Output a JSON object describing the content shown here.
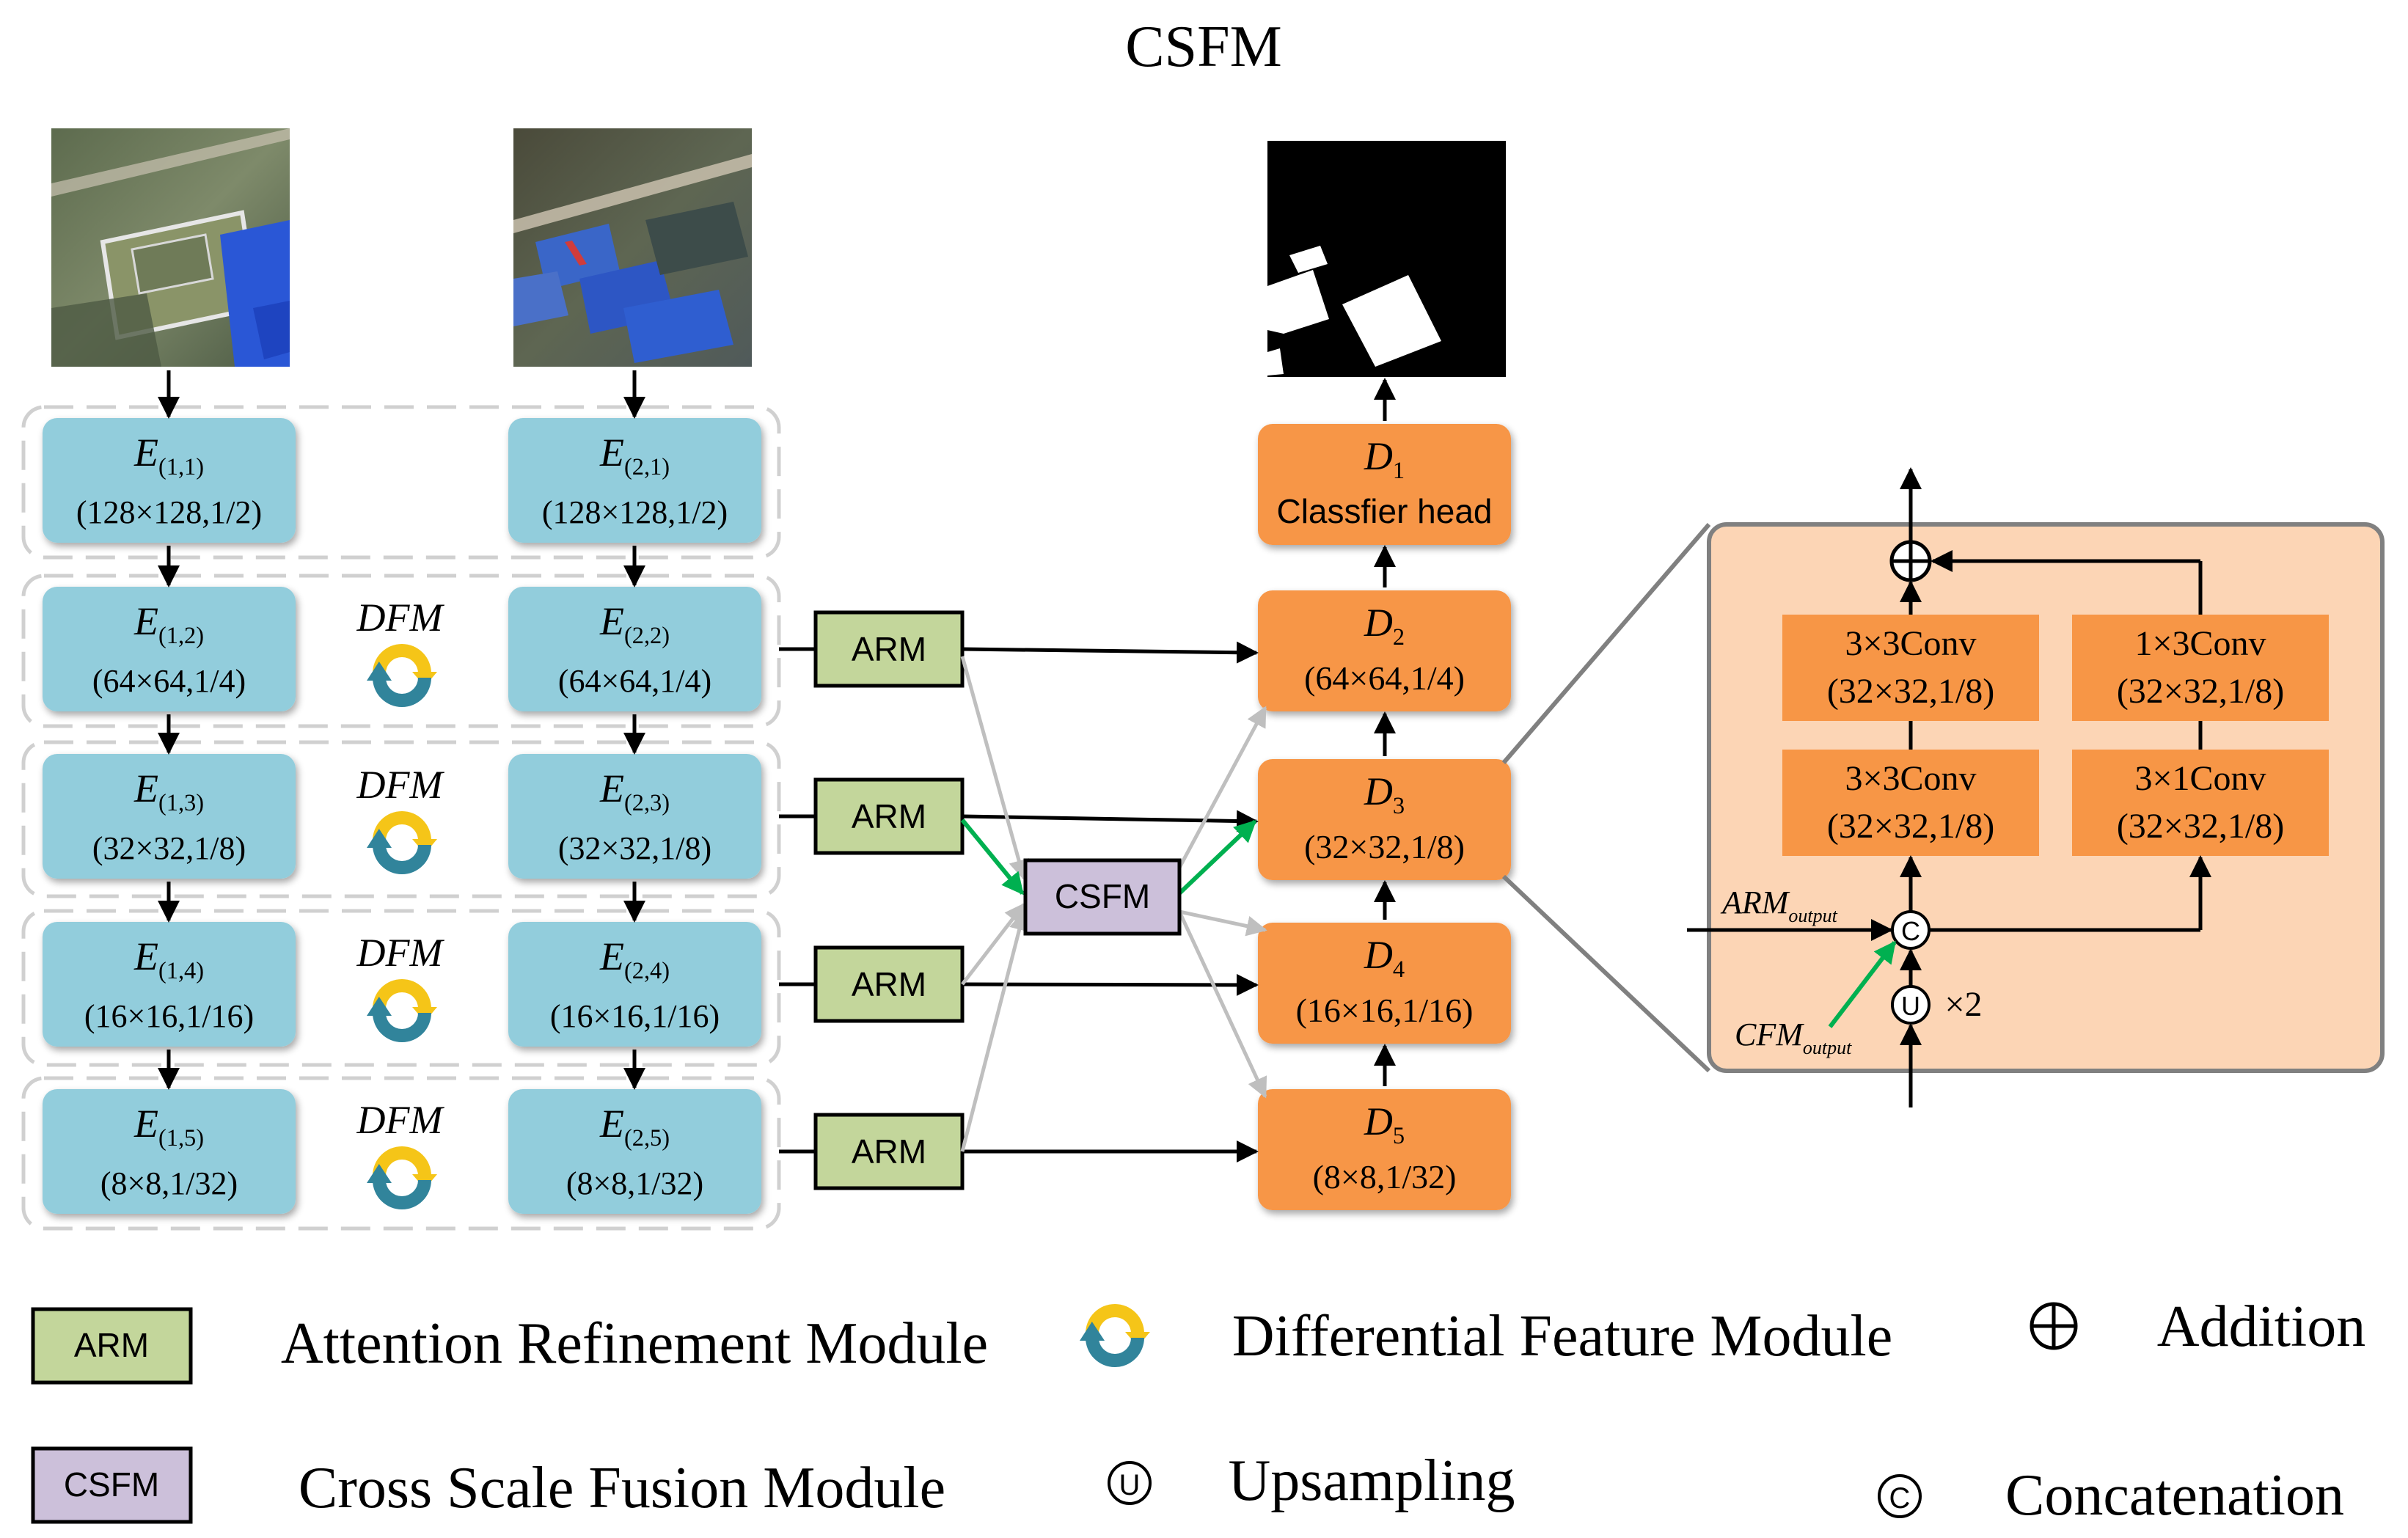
{
  "title": "CSFM",
  "colors": {
    "encoder": "#92cddc",
    "decoder": "#f79646",
    "arm": "#c3d69b",
    "csfm": "#ccc0da",
    "detail_bg": "#fcd5b5",
    "dfm_yellow": "#f5c518",
    "dfm_teal": "#31849b",
    "arrow_black": "#000000",
    "arrow_gray": "#bfbfbf",
    "arrow_green": "#00b050"
  },
  "encoder1": [
    {
      "name": "E",
      "sub": "(1,1)",
      "dims": "(128×128,1/2)"
    },
    {
      "name": "E",
      "sub": "(1,2)",
      "dims": "(64×64,1/4)"
    },
    {
      "name": "E",
      "sub": "(1,3)",
      "dims": "(32×32,1/8)"
    },
    {
      "name": "E",
      "sub": "(1,4)",
      "dims": "(16×16,1/16)"
    },
    {
      "name": "E",
      "sub": "(1,5)",
      "dims": "(8×8,1/32)"
    }
  ],
  "encoder2": [
    {
      "name": "E",
      "sub": "(2,1)",
      "dims": "(128×128,1/2)"
    },
    {
      "name": "E",
      "sub": "(2,2)",
      "dims": "(64×64,1/4)"
    },
    {
      "name": "E",
      "sub": "(2,3)",
      "dims": "(32×32,1/8)"
    },
    {
      "name": "E",
      "sub": "(2,4)",
      "dims": "(16×16,1/16)"
    },
    {
      "name": "E",
      "sub": "(2,5)",
      "dims": "(8×8,1/32)"
    }
  ],
  "dfm_label": "DFM",
  "arm_label": "ARM",
  "csfm_label": "CSFM",
  "decoder": [
    {
      "name": "D",
      "sub": "1",
      "line2": "Classfier head"
    },
    {
      "name": "D",
      "sub": "2",
      "line2": "(64×64,1/4)"
    },
    {
      "name": "D",
      "sub": "3",
      "line2": "(32×32,1/8)"
    },
    {
      "name": "D",
      "sub": "4",
      "line2": "(16×16,1/16)"
    },
    {
      "name": "D",
      "sub": "5",
      "line2": "(8×8,1/32)"
    }
  ],
  "detail": {
    "blocks": [
      {
        "line1": "3×3Conv",
        "line2": "(32×32,1/8)"
      },
      {
        "line1": "1×3Conv",
        "line2": "(32×32,1/8)"
      },
      {
        "line1": "3×3Conv",
        "line2": "(32×32,1/8)"
      },
      {
        "line1": "3×1Conv",
        "line2": "(32×32,1/8)"
      }
    ],
    "arm_input": "ARM",
    "arm_input_sub": "output",
    "cfm_input": "CFM",
    "cfm_input_sub": "output",
    "upsample_factor": "×2",
    "concat_symbol": "C",
    "upsample_symbol": "U"
  },
  "legend": {
    "arm_box": "ARM",
    "arm_text": "Attention Refinement Module",
    "dfm_text": "Differential Feature Module",
    "add_text": "Addition",
    "csfm_box": "CSFM",
    "csfm_text": "Cross Scale Fusion Module",
    "up_symbol": "U",
    "up_text": "Upsampling",
    "concat_symbol": "C",
    "concat_text": "Concatenation"
  }
}
